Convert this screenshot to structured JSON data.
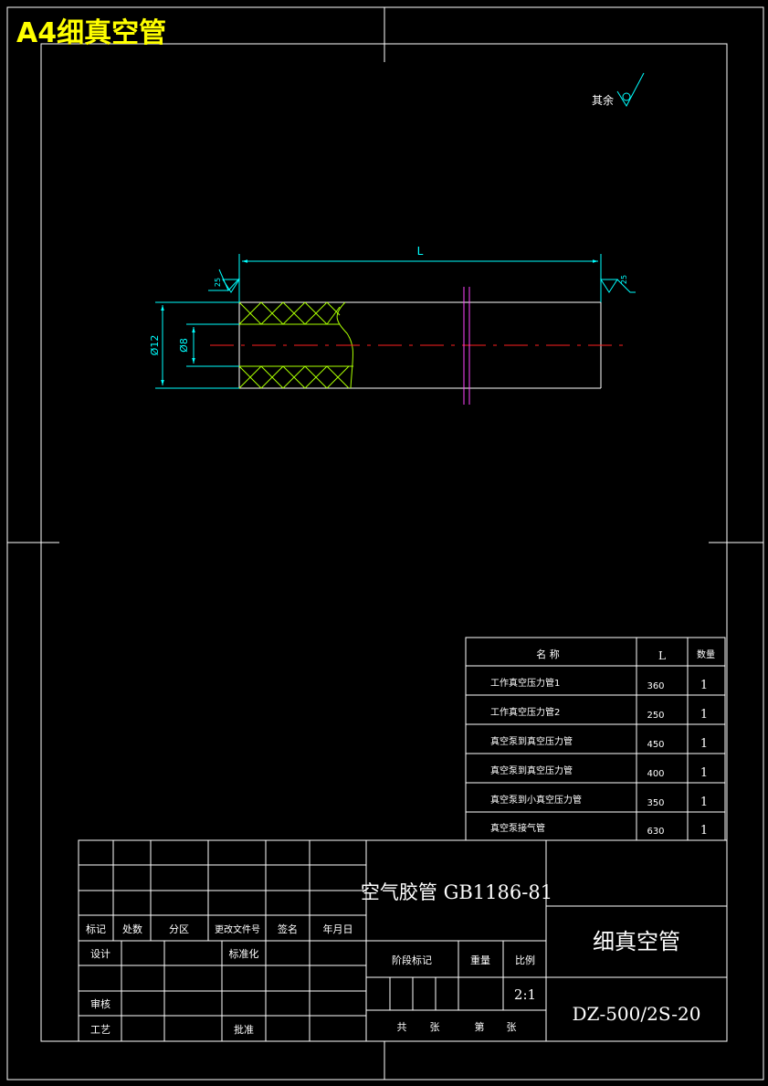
{
  "header": {
    "sheet_label": "A4细真空管"
  },
  "roughness_note": {
    "text": "其余"
  },
  "dimensions": {
    "length": "L",
    "outer_diameter": "Ø12",
    "inner_diameter": "Ø8",
    "roughness_left": "25",
    "roughness_right": "25"
  },
  "parts_table": {
    "headers": {
      "name": "名 称",
      "length": "L",
      "qty": "数量"
    },
    "rows": [
      {
        "name": "工作真空压力管1",
        "length": "360",
        "qty": "1"
      },
      {
        "name": "工作真空压力管2",
        "length": "250",
        "qty": "1"
      },
      {
        "name": "真空泵到真空压力管",
        "length": "450",
        "qty": "1"
      },
      {
        "name": "真空泵到真空压力管",
        "length": "400",
        "qty": "1"
      },
      {
        "name": "真空泵到小真空压力管",
        "length": "350",
        "qty": "1"
      },
      {
        "name": "真空泵接气管",
        "length": "630",
        "qty": "1"
      }
    ]
  },
  "title_block": {
    "material": "空气胶管 GB1186-81",
    "part_name": "细真空管",
    "drawing_no": "DZ-500/2S-20",
    "scale": "2:1",
    "labels": {
      "mark": "标记",
      "count": "处数",
      "zone": "分区",
      "change_doc": "更改文件号",
      "signature": "签名",
      "date": "年月日",
      "design": "设计",
      "standardize": "标准化",
      "review": "审核",
      "process": "工艺",
      "approve": "批准",
      "stage_mark": "阶段标记",
      "weight": "重量",
      "scale_label": "比例",
      "total": "共",
      "sheets": "张",
      "sheet_no": "第",
      "sheet_unit": "张"
    }
  },
  "colors": {
    "background": "#000000",
    "frame": "#ffffff",
    "dimension": "#00ffff",
    "hatch": "#aaff00",
    "centerline": "#ff2020",
    "section_mark": "#ff44ff",
    "header_text": "#ffff00"
  }
}
